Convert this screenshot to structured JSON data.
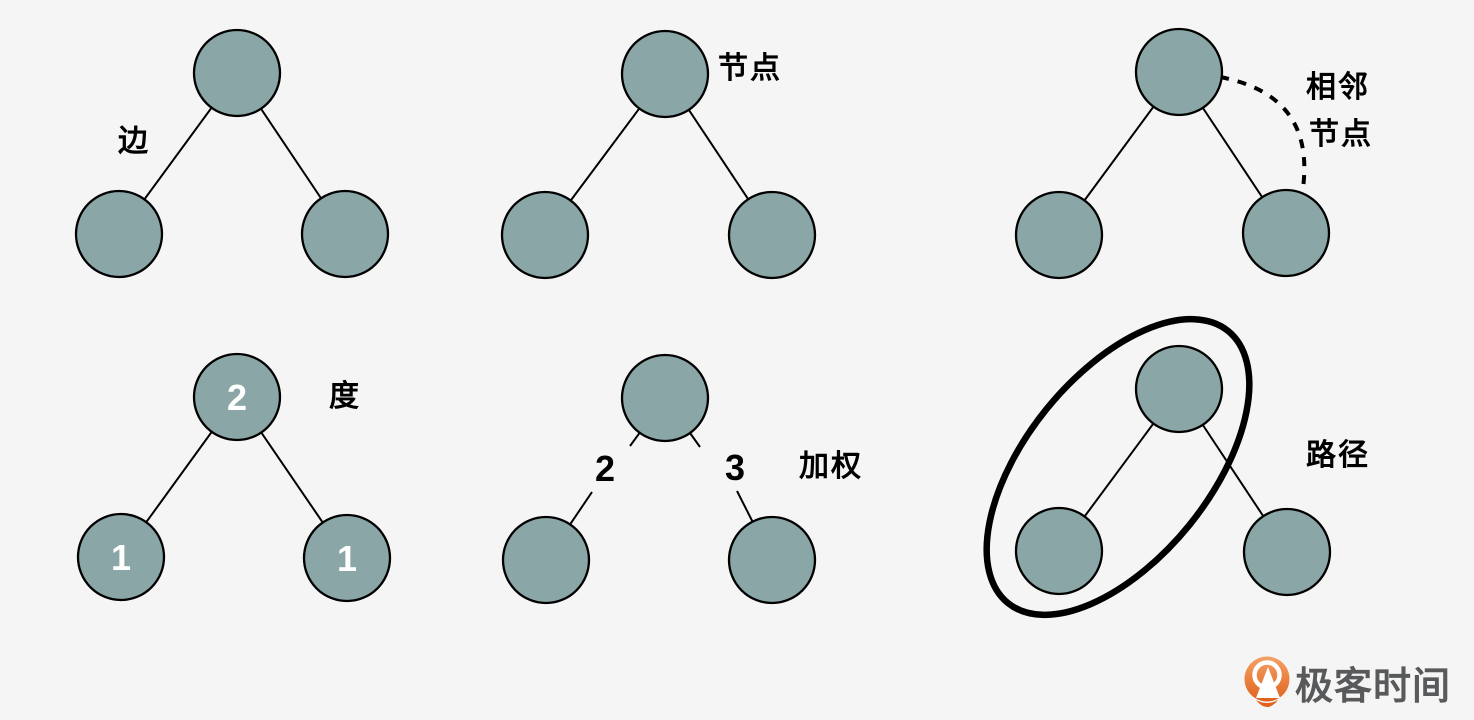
{
  "canvas": {
    "background_color": "#f4f5f4"
  },
  "colors": {
    "node_fill": "#8BA6A6",
    "node_stroke": "#000000",
    "edge_line": "#000000",
    "label_text": "#000000",
    "node_value_text": "#ffffff",
    "path_ellipse_stroke": "#000000",
    "logo_orange": "#E8752E",
    "logo_text_gray": "#58595B"
  },
  "diagrams": {
    "edge": {
      "label": "边"
    },
    "node": {
      "label": "节点"
    },
    "adjacent_node": {
      "label_line1": "相邻",
      "label_line2": "节点"
    },
    "degree": {
      "label": "度",
      "root_value": "2",
      "left_value": "1",
      "right_value": "1"
    },
    "weighted": {
      "label": "加权",
      "left_weight": "2",
      "right_weight": "3"
    },
    "path": {
      "label": "路径"
    }
  },
  "logo": {
    "brand_text": "极客时间"
  }
}
